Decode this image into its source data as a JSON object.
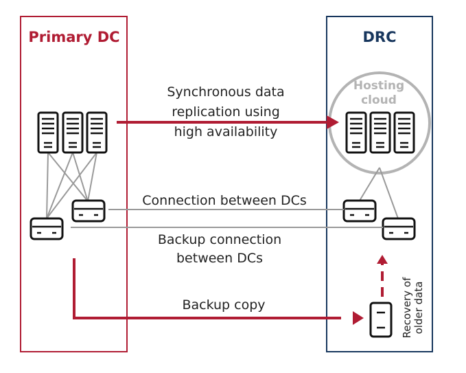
{
  "colors": {
    "primary_red": "#b01c33",
    "drc_blue": "#17365d",
    "gray_line": "#999999",
    "cloud_gray": "#b3b3b3",
    "ink": "#111111"
  },
  "primary_dc": {
    "title": "Primary DC"
  },
  "drc": {
    "title": "DRC"
  },
  "hosting_cloud": {
    "line1": "Hosting",
    "line2": "cloud"
  },
  "links": {
    "sync": {
      "line1": "Synchronous data",
      "line2": "replication using",
      "line3": "high availability"
    },
    "connection": {
      "label": "Connection between DCs"
    },
    "backup_connection": {
      "line1": "Backup connection",
      "line2": "between DCs"
    },
    "backup_copy": {
      "label": "Backup copy"
    }
  },
  "recovery": {
    "line1": "Recovery of",
    "line2": "older data"
  },
  "icons": {
    "server": "server-tower-icon",
    "switch": "network-switch-icon",
    "storage": "backup-storage-icon"
  }
}
